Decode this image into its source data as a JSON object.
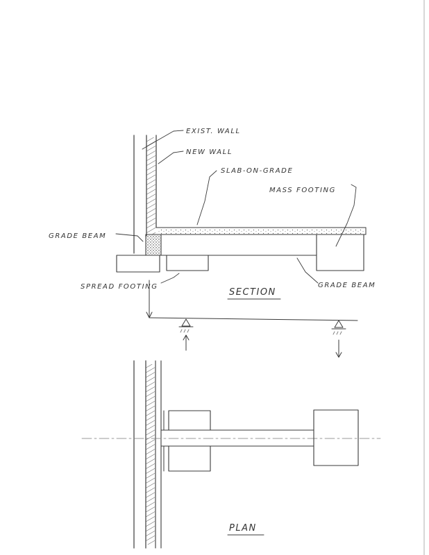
{
  "labels": {
    "exist_wall": "EXIST. WALL",
    "new_wall": "NEW WALL",
    "slab_on_grade": "SLAB-ON-GRADE",
    "mass_footing": "MASS FOOTING",
    "grade_beam_left": "GRADE BEAM",
    "spread_footing": "SPREAD FOOTING",
    "grade_beam_right": "GRADE BEAM",
    "section_title": "SECTION",
    "plan_title": "PLAN"
  }
}
